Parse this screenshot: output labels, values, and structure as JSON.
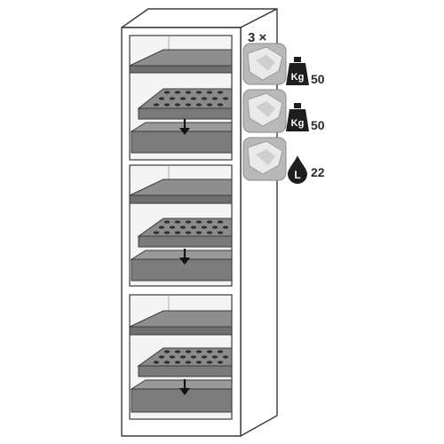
{
  "quantity_label": "3 ×",
  "specs": [
    {
      "icon": "weight-kg-icon",
      "unit_text": "Kg",
      "value": "50"
    },
    {
      "icon": "weight-kg-icon",
      "unit_text": "Kg",
      "value": "50"
    },
    {
      "icon": "liter-drop-icon",
      "unit_text": "L",
      "value": "22"
    }
  ],
  "colors": {
    "outline": "#3a3a3a",
    "cabinet_fill": "#ffffff",
    "shelf_dark": "#7a7a7a",
    "shelf_light": "#9a9a9a",
    "interior": "#f4f4f4",
    "icon_fill": "#1e1e1e"
  }
}
